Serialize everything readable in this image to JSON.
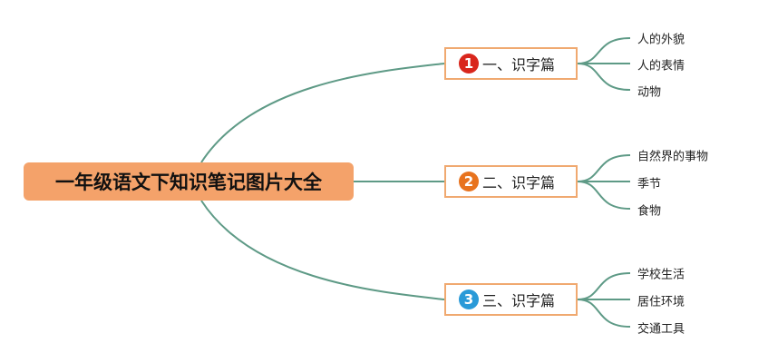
{
  "root": {
    "title": "一年级语文下知识笔记图片大全"
  },
  "colors": {
    "line": "#5e9a86",
    "root_fill": "#f4a26a",
    "branch_border": "#f0a970"
  },
  "branches": [
    {
      "badge": "1",
      "badge_color": "#d9261c",
      "label": "一、识字篇",
      "leaves": [
        "人的外貌",
        "人的表情",
        "动物"
      ]
    },
    {
      "badge": "2",
      "badge_color": "#e8731e",
      "label": "二、识字篇",
      "leaves": [
        "自然界的事物",
        "季节",
        "食物"
      ]
    },
    {
      "badge": "3",
      "badge_color": "#2a9ad8",
      "label": "三、识字篇",
      "leaves": [
        "学校生活",
        "居住环境",
        "交通工具"
      ]
    }
  ]
}
